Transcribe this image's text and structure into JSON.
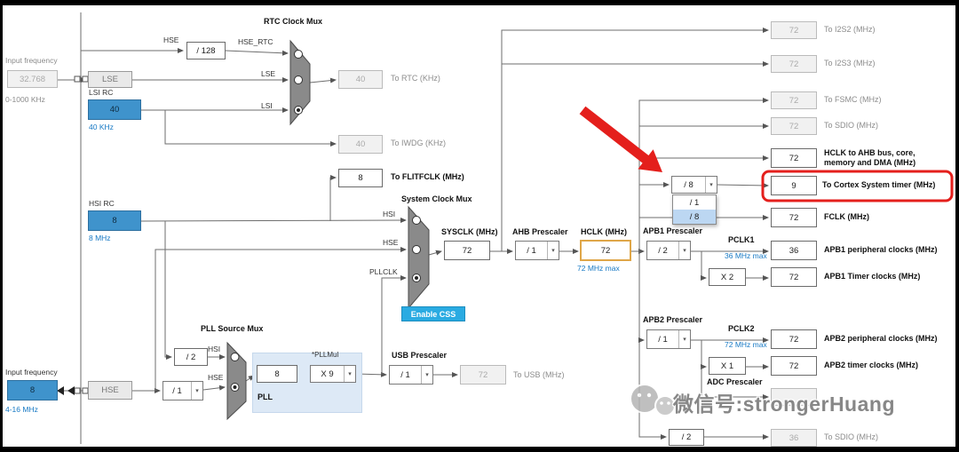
{
  "colors": {
    "source_blue": "#3f93cc",
    "active_value_blue": "#1779c4",
    "highlight_red": "#e41f1c",
    "enable_css_blue": "#2aabe2",
    "hclk_border_orange": "#dfa648"
  },
  "icons": {
    "chevron_down": "▾"
  },
  "left": {
    "input_freq_top_label": "Input frequency",
    "input_freq_top_value": "32.768",
    "input_freq_top_hint": "0-1000 KHz",
    "lse_label": "LSE",
    "lsi_title": "LSI RC",
    "lsi_value": "40",
    "lsi_hint": "40 KHz",
    "hsi_title": "HSI RC",
    "hsi_value": "8",
    "hsi_hint": "8 MHz",
    "input_freq_bottom_label": "Input frequency",
    "input_freq_bottom_value": "8",
    "input_freq_bottom_hint": "4-16 MHz",
    "hse_label": "HSE"
  },
  "rtc": {
    "mux_title": "RTC Clock Mux",
    "hse_label": "HSE",
    "div128": "/ 128",
    "hse_rtc_label": "HSE_RTC",
    "lse_label": "LSE",
    "lsi_label": "LSI",
    "rtc_value": "40",
    "rtc_label": "To RTC (KHz)",
    "iwdg_value": "40",
    "iwdg_label": "To IWDG (KHz)",
    "flitf_value": "8",
    "flitf_label": "To FLITFCLK (MHz)"
  },
  "sys": {
    "mux_title": "System Clock Mux",
    "hsi_label": "HSI",
    "hse_label": "HSE",
    "pllclk_label": "PLLCLK",
    "sysclk_title": "SYSCLK (MHz)",
    "sysclk_value": "72",
    "ahb_title": "AHB Prescaler",
    "ahb_value": "/ 1",
    "hclk_title": "HCLK (MHz)",
    "hclk_value": "72",
    "hclk_hint": "72 MHz max",
    "enable_css": "Enable CSS"
  },
  "pll": {
    "mux_title": "PLL Source Mux",
    "div2": "/ 2",
    "hsi_label": "HSI",
    "hse_label": "HSE",
    "div1": "/ 1",
    "input_value": "8",
    "mul_title": "*PLLMul",
    "mul_value": "X 9",
    "block_label": "PLL"
  },
  "usb": {
    "title": "USB Prescaler",
    "div": "/ 1",
    "value": "72",
    "label": "To USB (MHz)"
  },
  "out": {
    "i2s2_value": "72",
    "i2s2_label": "To I2S2 (MHz)",
    "i2s3_value": "72",
    "i2s3_label": "To I2S3 (MHz)",
    "fsmc_value": "72",
    "fsmc_label": "To FSMC (MHz)",
    "sdio_value": "72",
    "sdio_label": "To SDIO (MHz)",
    "hclk_ahb_value": "72",
    "hclk_ahb_label1": "HCLK to AHB bus, core,",
    "hclk_ahb_label2": "memory and DMA (MHz)",
    "cortex_value": "9",
    "cortex_label": "To Cortex System timer (MHz)",
    "fclk_value": "72",
    "fclk_label": "FCLK (MHz)"
  },
  "cortex_prescaler": {
    "value": "/ 8",
    "options": [
      "/ 1",
      "/ 8"
    ]
  },
  "apb1": {
    "title": "APB1 Prescaler",
    "div": "/ 2",
    "pclk_label": "PCLK1",
    "max_hint": "36 MHz max",
    "periph_value": "36",
    "periph_label": "APB1 peripheral clocks (MHz)",
    "mul": "X 2",
    "timer_value": "72",
    "timer_label": "APB1 Timer clocks (MHz)"
  },
  "apb2": {
    "title": "APB2 Prescaler",
    "div": "/ 1",
    "pclk_label": "PCLK2",
    "max_hint": "72 MHz max",
    "periph_value": "72",
    "periph_label": "APB2 peripheral clocks (MHz)",
    "mul": "X 1",
    "timer_value": "72",
    "timer_label": "APB2 timer clocks (MHz)"
  },
  "adc": {
    "title": "ADC Prescaler",
    "value": ""
  },
  "bottom": {
    "div": "/ 2",
    "value": "36",
    "label": "To SDIO (MHz)"
  },
  "watermark": {
    "text": "微信号:strongerHuang"
  }
}
